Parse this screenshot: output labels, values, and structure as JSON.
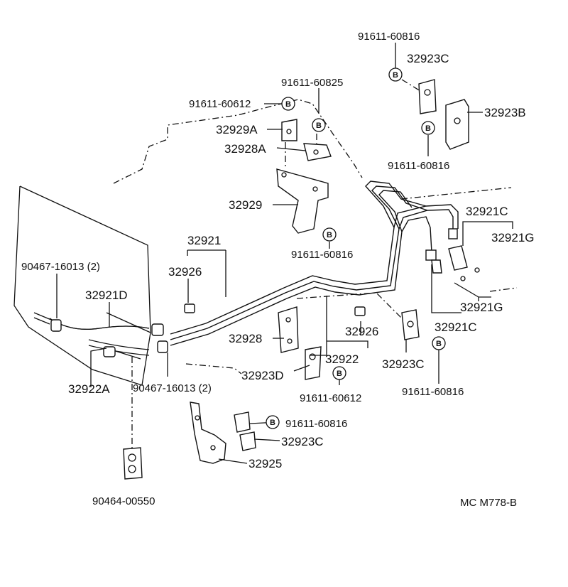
{
  "diagram_code": "MC M778-B",
  "bolt_symbol": "B",
  "labels": {
    "p_91611_60816_top": "91611-60816",
    "p_32923C_top": "32923C",
    "p_32923B": "32923B",
    "p_91611_60816_right": "91611-60816",
    "p_91611_60825": "91611-60825",
    "p_91611_60612_top": "91611-60612",
    "p_32929A": "32929A",
    "p_32928A": "32928A",
    "p_32929": "32929",
    "p_91611_60816_mid": "91611-60816",
    "p_32921": "32921",
    "p_32926_left": "32926",
    "p_90467_top": "90467-16013 (2)",
    "p_32921D": "32921D",
    "p_32922A": "32922A",
    "p_90467_bot": "90467-16013 (2)",
    "p_32921C_top": "32921C",
    "p_32921G_top": "32921G",
    "p_32921G_bot": "32921G",
    "p_32921C_bot": "32921C",
    "p_32928": "32928",
    "p_32926_right": "32926",
    "p_32922": "32922",
    "p_32923C_right": "32923C",
    "p_91611_60816_br": "91611-60816",
    "p_32923D": "32923D",
    "p_91611_60612_bot": "91611-60612",
    "p_91611_60816_low": "91611-60816",
    "p_32923C_low": "32923C",
    "p_32925": "32925",
    "p_90464_00550": "90464-00550"
  }
}
